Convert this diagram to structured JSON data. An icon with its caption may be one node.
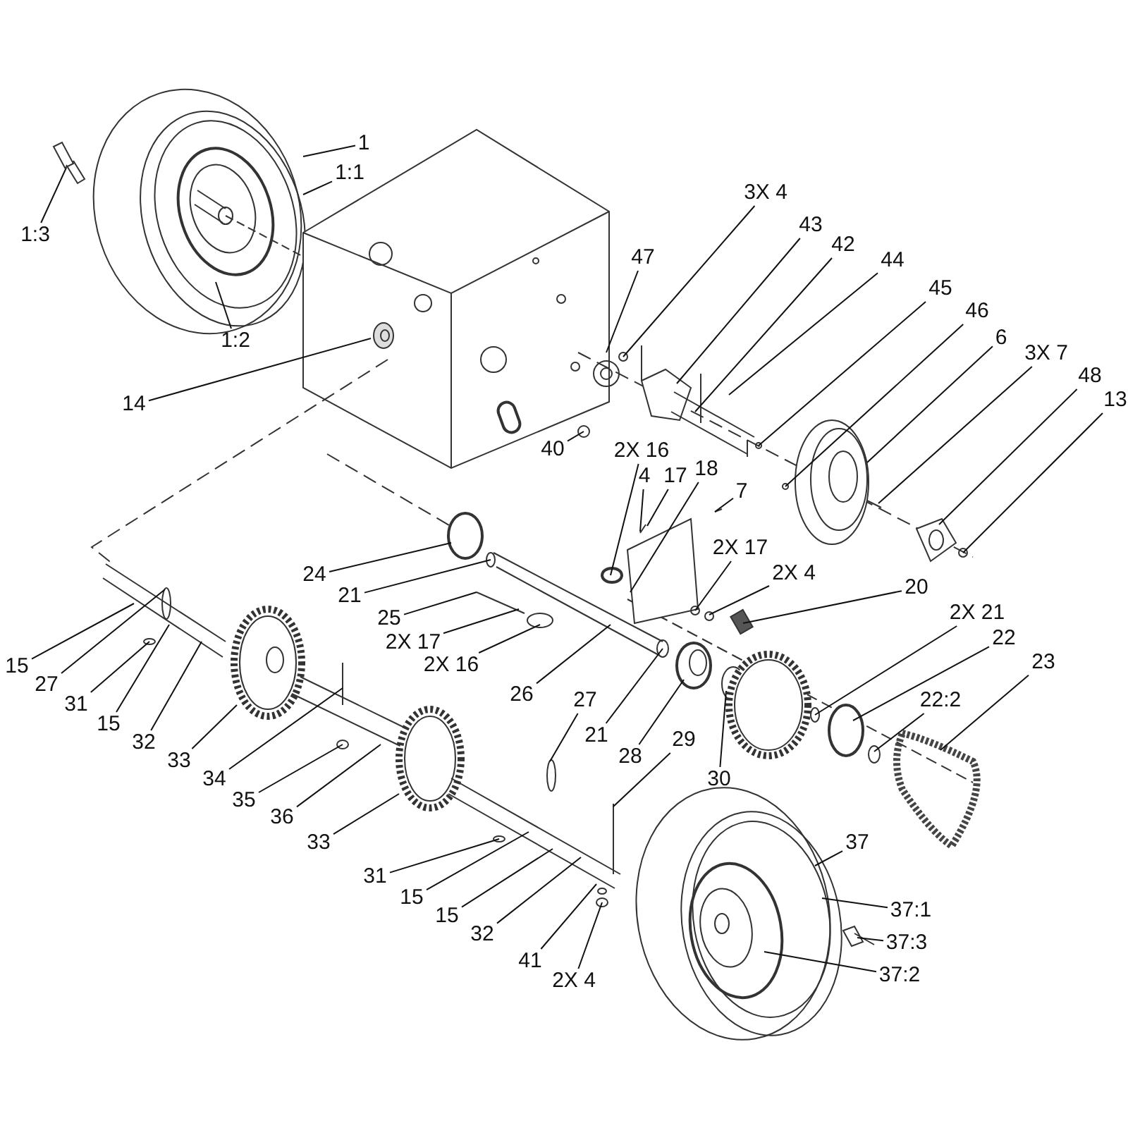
{
  "diagram": {
    "nodes": [
      {
        "text": [
          "1"
        ]
      },
      {
        "text": [
          "1:1"
        ]
      },
      {
        "text": [
          "1:3"
        ]
      },
      {
        "text": [
          "1:2"
        ]
      },
      {
        "text": [
          "14"
        ]
      },
      {
        "text": [
          "3X 4"
        ]
      },
      {
        "text": [
          "47"
        ]
      },
      {
        "text": [
          "43"
        ]
      },
      {
        "text": [
          "42"
        ]
      },
      {
        "text": [
          "44"
        ]
      },
      {
        "text": [
          "45"
        ]
      },
      {
        "text": [
          "46"
        ]
      },
      {
        "text": [
          "6"
        ]
      },
      {
        "text": [
          "3X 7"
        ]
      },
      {
        "text": [
          "48"
        ]
      },
      {
        "text": [
          "13"
        ]
      },
      {
        "text": [
          "40"
        ]
      },
      {
        "text": [
          "2X 16"
        ]
      },
      {
        "text": [
          "4"
        ]
      },
      {
        "text": [
          "17"
        ]
      },
      {
        "text": [
          "18"
        ]
      },
      {
        "text": [
          "7"
        ]
      },
      {
        "text": [
          "24"
        ]
      },
      {
        "text": [
          "21"
        ]
      },
      {
        "text": [
          "25"
        ]
      },
      {
        "text": [
          "2X 17"
        ]
      },
      {
        "text": [
          "2X 17"
        ]
      },
      {
        "text": [
          "2X 4"
        ]
      },
      {
        "text": [
          "20"
        ]
      },
      {
        "text": [
          "2X 16"
        ]
      },
      {
        "text": [
          "2X 21"
        ]
      },
      {
        "text": [
          "22"
        ]
      },
      {
        "text": [
          "15"
        ]
      },
      {
        "text": [
          "27"
        ]
      },
      {
        "text": [
          "26"
        ]
      },
      {
        "text": [
          "23"
        ]
      },
      {
        "text": [
          "27"
        ]
      },
      {
        "text": [
          "22:2"
        ]
      },
      {
        "text": [
          "31"
        ]
      },
      {
        "text": [
          "15"
        ]
      },
      {
        "text": [
          "21"
        ]
      },
      {
        "text": [
          "29"
        ]
      },
      {
        "text": [
          "32"
        ]
      },
      {
        "text": [
          "28"
        ]
      },
      {
        "text": [
          "33"
        ]
      },
      {
        "text": [
          "30"
        ]
      },
      {
        "text": [
          "34"
        ]
      },
      {
        "text": [
          "35"
        ]
      },
      {
        "text": [
          "36"
        ]
      },
      {
        "text": [
          "33"
        ]
      },
      {
        "text": [
          "37"
        ]
      },
      {
        "text": [
          "31"
        ]
      },
      {
        "text": [
          "15"
        ]
      },
      {
        "text": [
          "37:1"
        ]
      },
      {
        "text": [
          "15"
        ]
      },
      {
        "text": [
          "32"
        ]
      },
      {
        "text": [
          "37:3"
        ]
      },
      {
        "text": [
          "41"
        ]
      },
      {
        "text": [
          "37:2"
        ]
      },
      {
        "text": [
          "2X 4"
        ]
      }
    ],
    "edges": [
      {
        "from": 0,
        "to": null,
        "arrow": "none"
      },
      {
        "from": 1,
        "to": null,
        "arrow": "none"
      },
      {
        "from": 2,
        "to": null,
        "arrow": "none"
      },
      {
        "from": 3,
        "to": null,
        "arrow": "none"
      },
      {
        "from": 4,
        "to": null,
        "arrow": "none"
      },
      {
        "from": 5,
        "to": null,
        "arrow": "none"
      },
      {
        "from": 6,
        "to": null,
        "arrow": "none"
      },
      {
        "from": 7,
        "to": null,
        "arrow": "none"
      },
      {
        "from": 8,
        "to": null,
        "arrow": "none"
      },
      {
        "from": 9,
        "to": null,
        "arrow": "none"
      },
      {
        "from": 10,
        "to": null,
        "arrow": "none"
      },
      {
        "from": 11,
        "to": null,
        "arrow": "none"
      },
      {
        "from": 12,
        "to": null,
        "arrow": "none"
      },
      {
        "from": 13,
        "to": null,
        "arrow": "none"
      },
      {
        "from": 14,
        "to": null,
        "arrow": "none"
      },
      {
        "from": 15,
        "to": null,
        "arrow": "none"
      },
      {
        "from": 16,
        "to": null,
        "arrow": "none"
      },
      {
        "from": 17,
        "to": null,
        "arrow": "none"
      },
      {
        "from": 18,
        "to": null,
        "arrow": "none"
      },
      {
        "from": 19,
        "to": null,
        "arrow": "none"
      },
      {
        "from": 20,
        "to": null,
        "arrow": "none"
      },
      {
        "from": 21,
        "to": null,
        "arrow": "none"
      },
      {
        "from": 22,
        "to": null,
        "arrow": "none"
      },
      {
        "from": 23,
        "to": null,
        "arrow": "none"
      },
      {
        "from": 24,
        "to": null,
        "arrow": "none"
      },
      {
        "from": 25,
        "to": null,
        "arrow": "none"
      },
      {
        "from": 26,
        "to": null,
        "arrow": "none"
      },
      {
        "from": 27,
        "to": null,
        "arrow": "none"
      },
      {
        "from": 28,
        "to": null,
        "arrow": "none"
      },
      {
        "from": 29,
        "to": null,
        "arrow": "none"
      },
      {
        "from": 30,
        "to": null,
        "arrow": "none"
      },
      {
        "from": 31,
        "to": null,
        "arrow": "none"
      },
      {
        "from": 32,
        "to": null,
        "arrow": "none"
      },
      {
        "from": 33,
        "to": null,
        "arrow": "none"
      },
      {
        "from": 34,
        "to": null,
        "arrow": "none"
      },
      {
        "from": 35,
        "to": null,
        "arrow": "none"
      },
      {
        "from": 36,
        "to": null,
        "arrow": "none"
      },
      {
        "from": 37,
        "to": null,
        "arrow": "none"
      },
      {
        "from": 38,
        "to": null,
        "arrow": "none"
      },
      {
        "from": 39,
        "to": null,
        "arrow": "none"
      },
      {
        "from": 40,
        "to": null,
        "arrow": "none"
      },
      {
        "from": 41,
        "to": null,
        "arrow": "none"
      },
      {
        "from": 42,
        "to": null,
        "arrow": "none"
      },
      {
        "from": 43,
        "to": null,
        "arrow": "none"
      },
      {
        "from": 44,
        "to": null,
        "arrow": "none"
      },
      {
        "from": 45,
        "to": null,
        "arrow": "none"
      },
      {
        "from": 46,
        "to": null,
        "arrow": "none"
      },
      {
        "from": 47,
        "to": null,
        "arrow": "none"
      },
      {
        "from": 48,
        "to": null,
        "arrow": "none"
      },
      {
        "from": 49,
        "to": null,
        "arrow": "none"
      },
      {
        "from": 50,
        "to": null,
        "arrow": "none"
      },
      {
        "from": 51,
        "to": null,
        "arrow": "none"
      },
      {
        "from": 52,
        "to": null,
        "arrow": "none"
      },
      {
        "from": 53,
        "to": null,
        "arrow": "none"
      },
      {
        "from": 54,
        "to": null,
        "arrow": "none"
      },
      {
        "from": 55,
        "to": null,
        "arrow": "none"
      },
      {
        "from": 56,
        "to": null,
        "arrow": "none"
      },
      {
        "from": 57,
        "to": null,
        "arrow": "none"
      },
      {
        "from": 58,
        "to": null,
        "arrow": "none"
      },
      {
        "from": 59,
        "to": null,
        "arrow": "none"
      }
    ]
  }
}
